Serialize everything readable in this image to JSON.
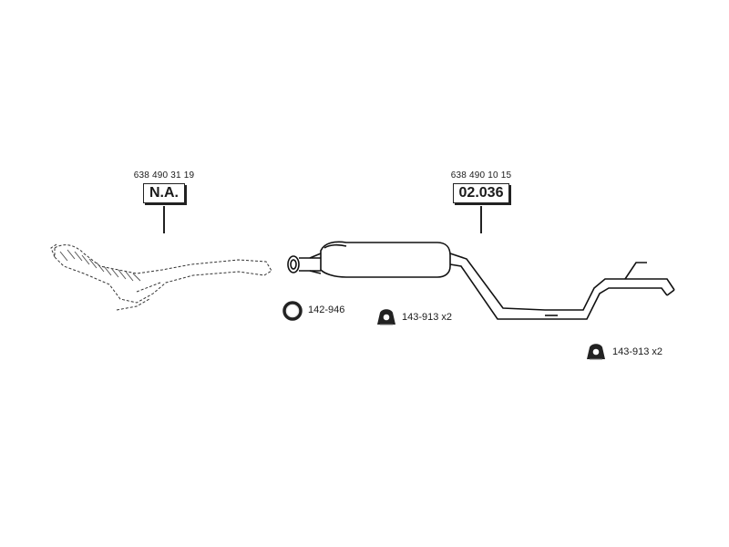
{
  "assemblies": [
    {
      "oem_number": "638 490 31 19",
      "code": "N.A."
    },
    {
      "oem_number": "638 490 10 15",
      "code": "02.036"
    }
  ],
  "accessories": [
    {
      "part": "142-946",
      "icon": "gasket-ring-icon"
    },
    {
      "part": "143-913 x2",
      "icon": "rubber-mount-icon"
    },
    {
      "part": "143-913 x2",
      "icon": "rubber-mount-icon"
    }
  ]
}
